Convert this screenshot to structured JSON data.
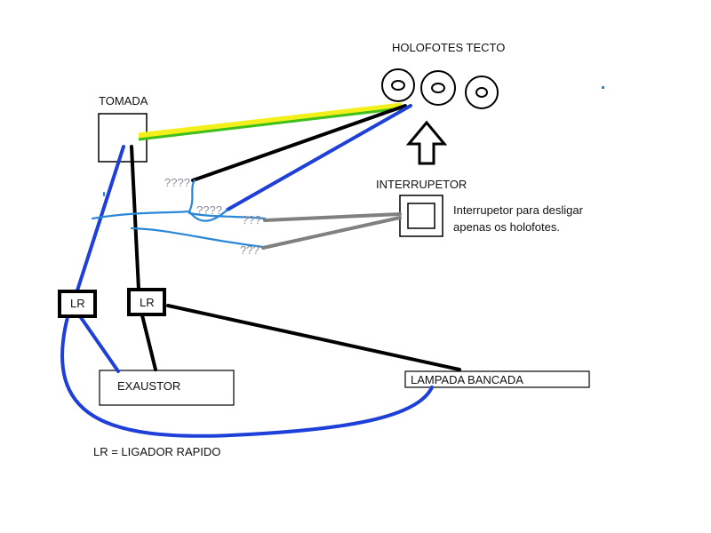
{
  "title": "HOLOFOTES TECTO",
  "labels": {
    "tomada": "TOMADA",
    "interruptor": "INTERRUPETOR",
    "interruptor_note_line1": "Interrupetor para desligar",
    "interruptor_note_line2": "apenas os holofotes.",
    "exaustor": "EXAUSTOR",
    "lampada": "LAMPADA BANCADA",
    "lr_left": "LR",
    "lr_right": "LR",
    "legend": "LR = LIGADOR RAPIDO"
  },
  "unknowns": {
    "q1": "????",
    "q2": "????",
    "q3": "???",
    "q4": "???"
  },
  "colors": {
    "neutral": "#1e40d8",
    "neutral_light": "#2a86d6",
    "phase": "#000000",
    "earth_yellow": "#f2ef1a",
    "earth_green": "#3fbf1a",
    "switch_wire": "#808080"
  }
}
